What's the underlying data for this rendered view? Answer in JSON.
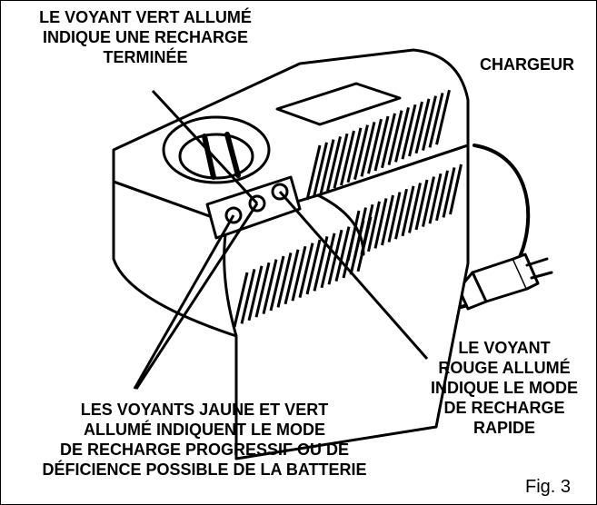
{
  "labels": {
    "green": [
      "LE VOYANT VERT ALLUMÉ",
      "INDIQUE UNE RECHARGE",
      "TERMINÉE"
    ],
    "charger": "CHARGEUR",
    "red": [
      "LE VOYANT",
      "ROUGE ALLUMÉ",
      "INDIQUE LE MODE",
      "DE RECHARGE",
      "RAPIDE"
    ],
    "yellow_green": [
      "LES VOYANTS JAUNE ET VERT",
      "ALLUMÉ INDIQUENT LE MODE",
      "DE RECHARGE PROGRESSIF OU DE",
      "DÉFICIENCE POSSIBLE DE LA BATTERIE"
    ]
  },
  "figure": "Fig. 3"
}
